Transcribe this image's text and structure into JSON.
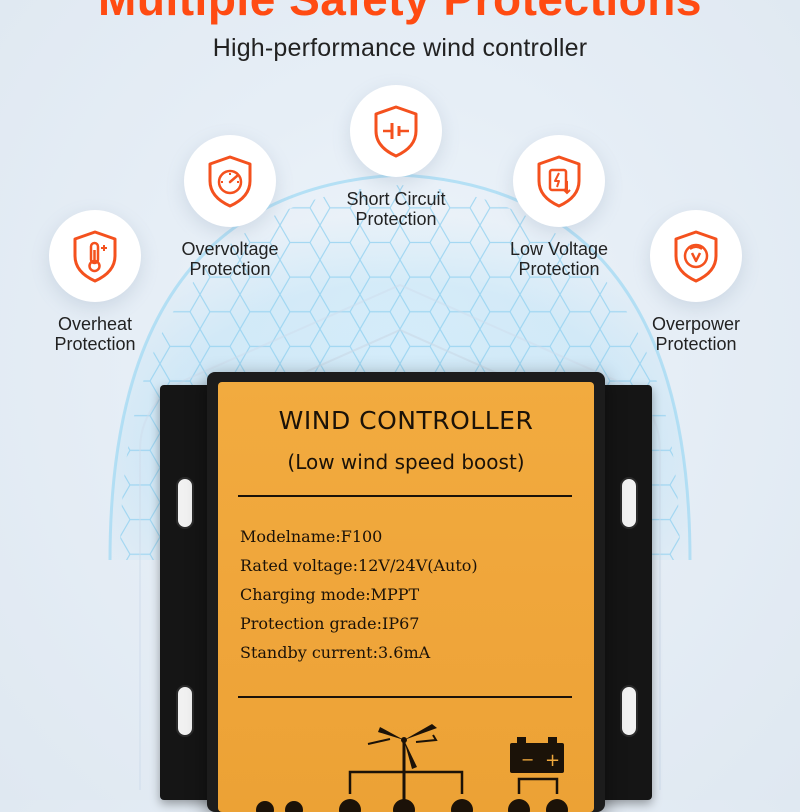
{
  "header": {
    "headline": "Multiple Safety Protections",
    "subtitle": "High-performance wind controller"
  },
  "features": [
    {
      "icon": "thermometer-shield-icon",
      "line1": "Overheat",
      "line2": "Protection"
    },
    {
      "icon": "gauge-shield-icon",
      "line1": "Overvoltage",
      "line2": "Protection"
    },
    {
      "icon": "short-circuit-shield-icon",
      "line1": "Short Circuit",
      "line2": "Protection"
    },
    {
      "icon": "low-voltage-shield-icon",
      "line1": "Low Voltage",
      "line2": "Protection"
    },
    {
      "icon": "overpower-shield-icon",
      "line1": "Overpower",
      "line2": "Protection"
    }
  ],
  "controller": {
    "title": "WIND CONTROLLER",
    "subtitle": "(Low wind speed boost)",
    "specs": [
      "Modelname:F100",
      "Rated voltage:12V/24V(Auto)",
      "Charging mode:MPPT",
      "Protection grade:IP67",
      "Standby current:3.6mA"
    ],
    "battery_minus": "−",
    "battery_plus": "+"
  },
  "colors": {
    "accent": "#ff4b12",
    "icon": "#f4511e",
    "panel": "#f0a83c",
    "case": "#1c1c1c"
  }
}
